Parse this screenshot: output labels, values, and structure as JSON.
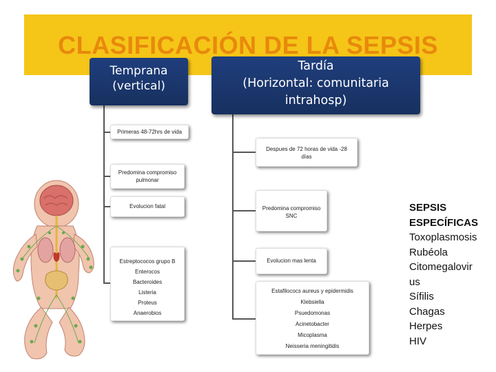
{
  "title": "CLASIFICACIÓN DE LA SEPSIS",
  "early": {
    "heading_lines": [
      "Temprana",
      "(vertical)"
    ],
    "items": [
      {
        "lines": [
          "Primeras 48-72hrs de vida"
        ]
      },
      {
        "lines": [
          "Predomina compromiso",
          "pulmonar"
        ]
      },
      {
        "lines": [
          "Evolucion fatal"
        ]
      },
      {
        "lines": [
          "Estreptococos grupo B",
          "Enterocos",
          "Bacteroides",
          "Listeria",
          "Proteus",
          "Anaerobios"
        ]
      }
    ]
  },
  "late": {
    "heading_lines": [
      "Tardía",
      "(Horizontal: comunitaria",
      "intrahosp)"
    ],
    "items": [
      {
        "lines": [
          "Despues de 72 horas de vida -28",
          "días"
        ]
      },
      {
        "lines": [
          "Predomina compromiso",
          "SNC"
        ]
      },
      {
        "lines": [
          "Evolucion mas lenta"
        ]
      },
      {
        "lines": [
          "Estafilococs aureus y epidermidis",
          "Klebsiella",
          "Psuedomonas",
          "Acinetobacter",
          "Micoplasma",
          "Neisseria meningitidis"
        ]
      }
    ]
  },
  "specific": {
    "heading_lines": [
      "SEPSIS",
      "ESPECÍFICAS"
    ],
    "items": [
      "Toxoplasmosis",
      "Rubéola",
      "Citomegalovir",
      "us",
      "Sífilis",
      "Chagas",
      "Herpes",
      "HIV"
    ]
  },
  "colors": {
    "banner": "#f5c518",
    "title": "#e8890c",
    "heading_box": "#1f3e7d"
  },
  "illustration": "baby-anatomy-illustration"
}
